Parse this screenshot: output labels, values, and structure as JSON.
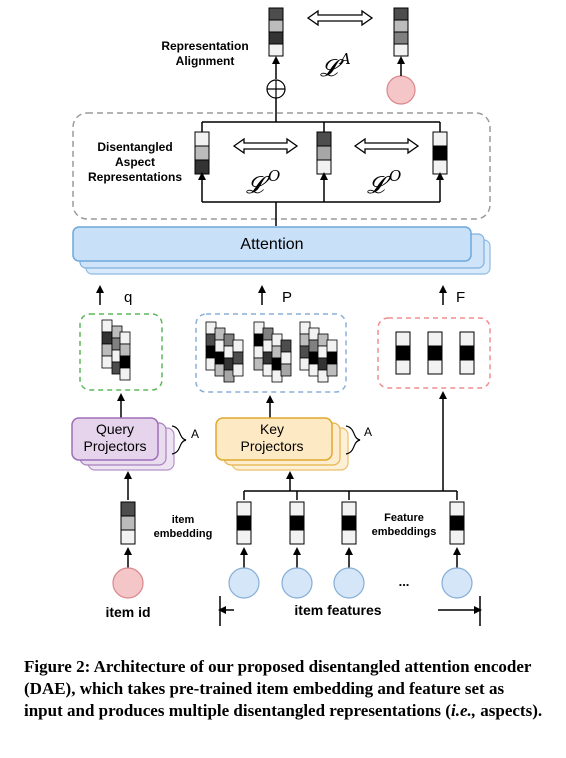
{
  "labels": {
    "representation_alignment_line1": "Representation",
    "representation_alignment_line2": "Alignment",
    "disentangled_line1": "Disentangled",
    "disentangled_line2": "Aspect",
    "disentangled_line3": "Representations",
    "loss_alignment": "𝓛",
    "loss_alignment_sup": "A",
    "loss_orth": "𝓛",
    "loss_orth_sup": "O",
    "attention": "Attention",
    "q": "q",
    "p": "P",
    "f": "F",
    "query_projectors_line1": "Query",
    "query_projectors_line2": "Projectors",
    "key_projectors_line1": "Key",
    "key_projectors_line2": "Projectors",
    "a_query": "A",
    "a_key": "A",
    "item_embedding_line1": "item",
    "item_embedding_line2": "embedding",
    "feature_embeddings_line1": "Feature",
    "feature_embeddings_line2": "embeddings",
    "item_id": "item id",
    "item_features": "item features",
    "ellipsis": "..."
  },
  "caption": {
    "label": "Figure 2:",
    "text_before": " Architecture of our proposed disentangled attention encoder (DAE), which takes pre-trained item embedding and feature set as input and produces multiple disentangled representations (",
    "ie": "i.e.,",
    "text_after": " aspects)."
  },
  "colors": {
    "attention_fill": "#c8e0f8",
    "attention_stroke": "#6fa8dc",
    "query_fill": "#e6d4ec",
    "query_stroke": "#9e6fb8",
    "key_fill": "#fde9c4",
    "key_stroke": "#e0a92e",
    "circle_blue": "#d4e6f8",
    "circle_red": "#f5c6c8",
    "dash_green": "#5cb85c",
    "dash_blue": "#8aaed8",
    "dash_red": "#ef8e8e",
    "dash_gray": "#9a9a9a"
  }
}
